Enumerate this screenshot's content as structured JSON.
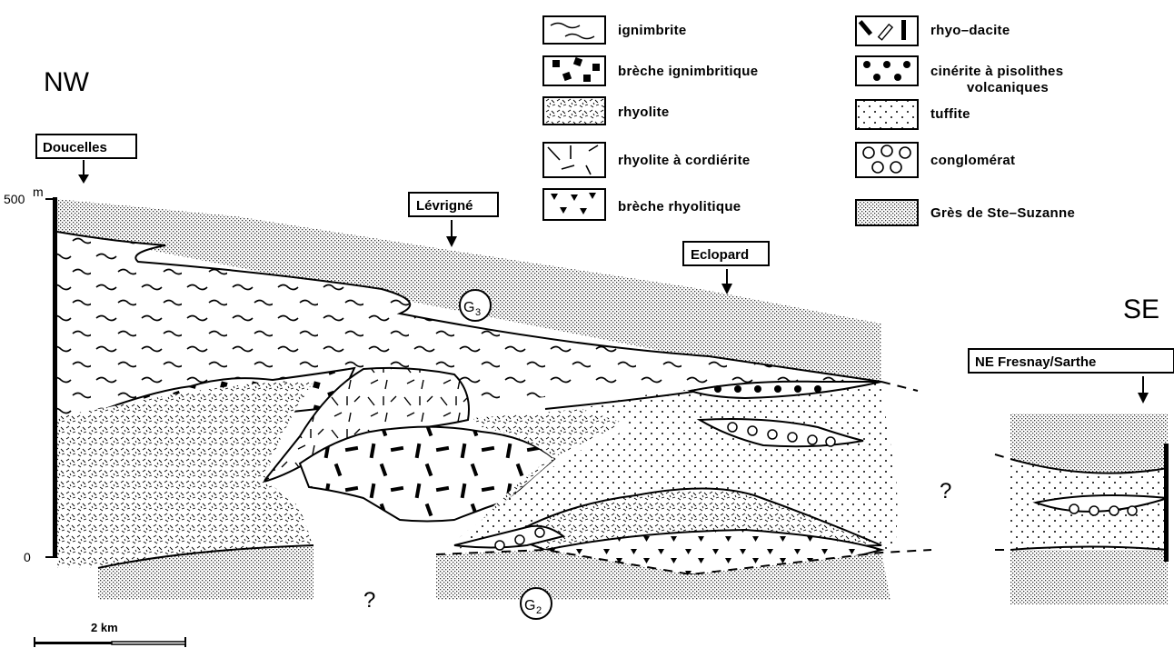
{
  "legend": [
    {
      "id": "ignimbrite",
      "label": "ignimbrite"
    },
    {
      "id": "breche-ignimbritique",
      "label": "brèche ignimbritique"
    },
    {
      "id": "rhyolite",
      "label": "rhyolite"
    },
    {
      "id": "rhyolite-cordierite",
      "label": "rhyolite à cordiérite"
    },
    {
      "id": "breche-rhyolitique",
      "label": "brèche rhyolitique"
    },
    {
      "id": "rhyo-dacite",
      "label": "rhyo–dacite"
    },
    {
      "id": "cinerite",
      "label": "cinérite à pisolithes",
      "label2": "volcaniques"
    },
    {
      "id": "tuffite",
      "label": "tuffite"
    },
    {
      "id": "conglomerat",
      "label": "conglomérat"
    },
    {
      "id": "gres",
      "label": "Grès de Ste–Suzanne"
    }
  ],
  "orientation": {
    "left": "NW",
    "right": "SE"
  },
  "localities": {
    "doucelles": "Doucelles",
    "levrigne": "Lévrigné",
    "eclopard": "Eclopard",
    "fresnay": "NE  Fresnay/Sarthe"
  },
  "axis": {
    "top": "500",
    "top_unit": "m",
    "bottom": "0"
  },
  "markers": {
    "g3": "G",
    "g3_sub": "3",
    "g2": "G",
    "g2_sub": "2"
  },
  "unknown": "?",
  "scale": {
    "label": "2 km"
  }
}
